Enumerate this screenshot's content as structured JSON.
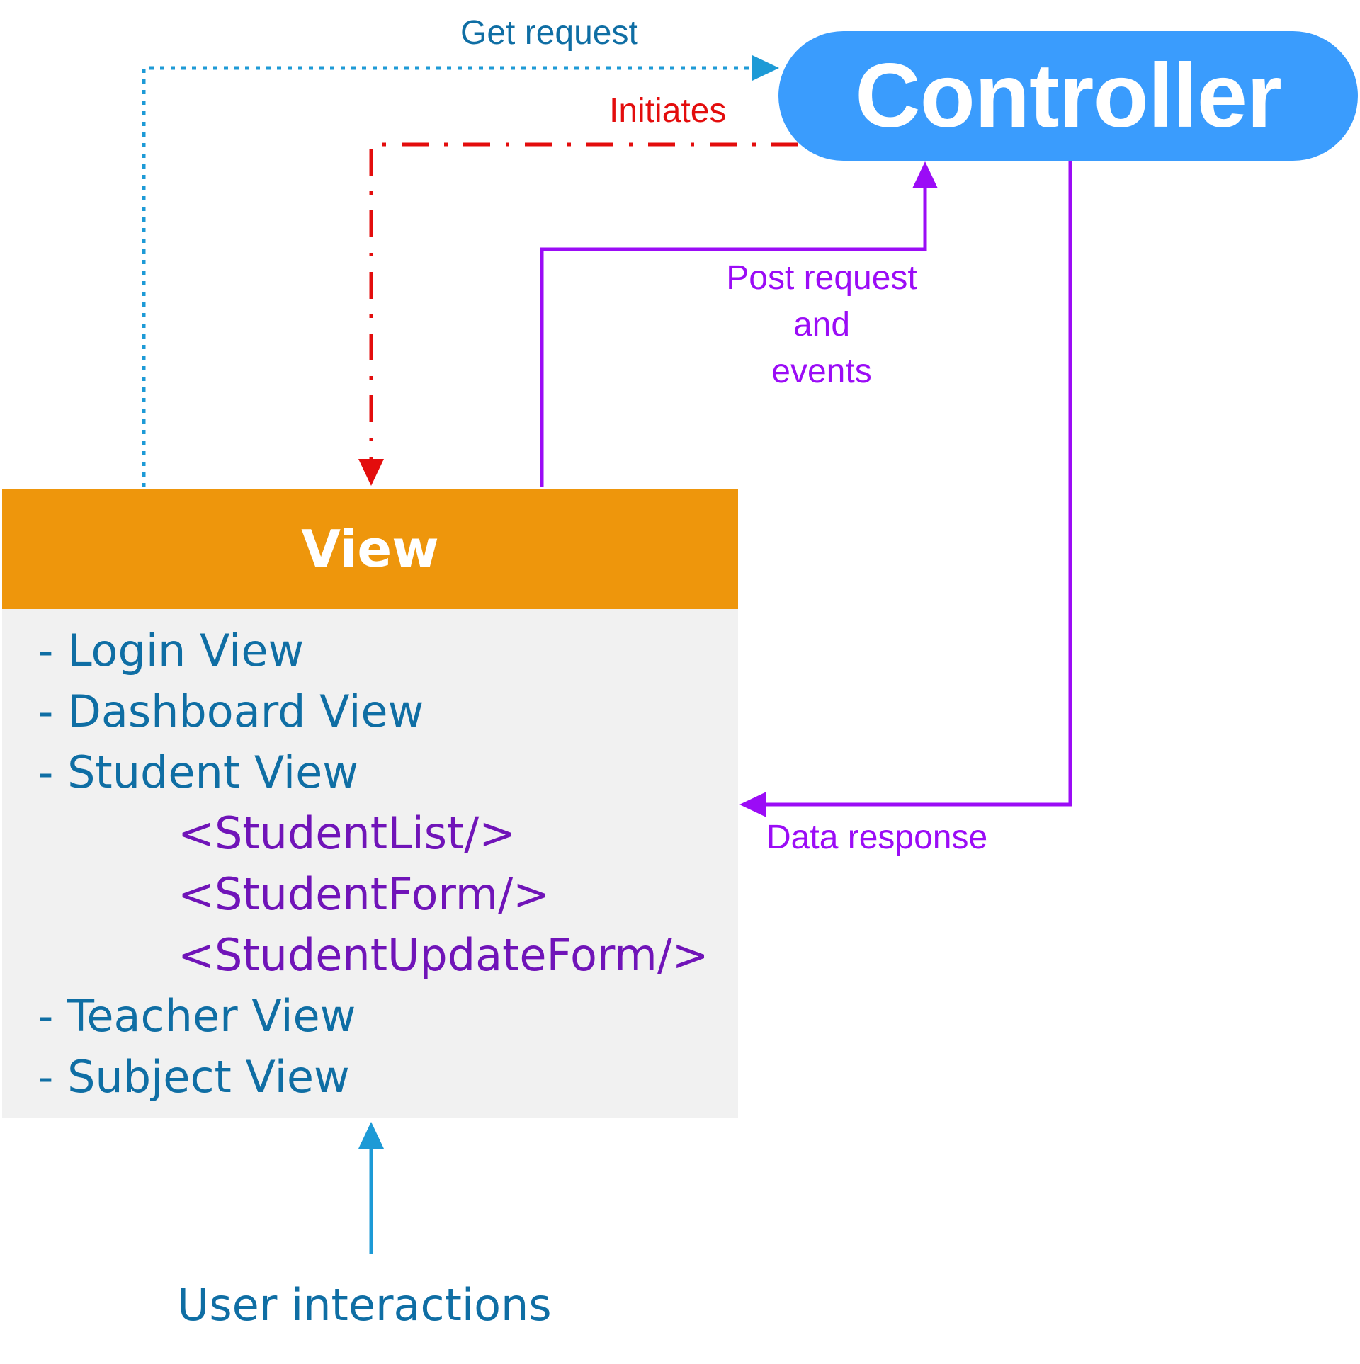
{
  "controller": {
    "title": "Controller",
    "color": "#3a9cfd"
  },
  "view": {
    "title": "View",
    "header_color": "#ee960c",
    "body_color": "#f1f1f1",
    "items": [
      {
        "text": "- Login View",
        "kind": "page"
      },
      {
        "text": "- Dashboard View",
        "kind": "page"
      },
      {
        "text": "- Student View",
        "kind": "page"
      },
      {
        "text": "<StudentList/>",
        "kind": "component"
      },
      {
        "text": "<StudentForm/>",
        "kind": "component"
      },
      {
        "text": "<StudentUpdateForm/>",
        "kind": "component"
      },
      {
        "text": "- Teacher View",
        "kind": "page"
      },
      {
        "text": "- Subject View",
        "kind": "page"
      }
    ]
  },
  "edges": {
    "get_request": {
      "label": "Get request",
      "color": "#1d9ad6",
      "style": "dotted"
    },
    "initiates": {
      "label": "Initiates",
      "color": "#e30d0d",
      "style": "dash-dot"
    },
    "post_request": {
      "label": "Post request\nand\nevents",
      "color": "#9b0cf6",
      "style": "solid"
    },
    "data_response": {
      "label": "Data response",
      "color": "#9b0cf6",
      "style": "solid"
    },
    "user_interactions": {
      "label": "User interactions",
      "color": "#1d9ad6",
      "style": "solid"
    }
  }
}
